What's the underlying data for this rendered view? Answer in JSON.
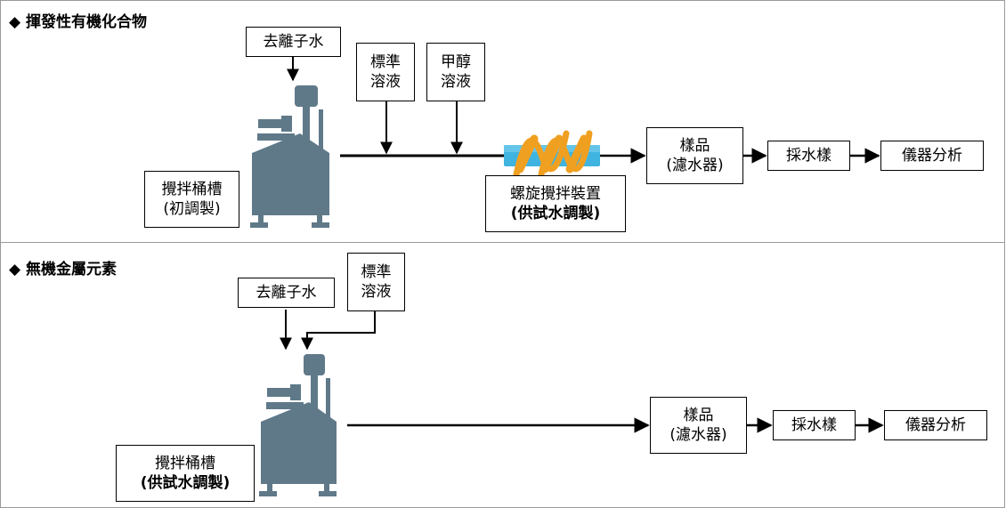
{
  "sections": [
    {
      "title": "◆ 揮發性有機化合物",
      "deionized_water": "去離子水",
      "standard_solution": [
        "標準",
        "溶液"
      ],
      "methanol_solution": [
        "甲醇",
        "溶液"
      ],
      "tank_label": [
        "攪拌桶槽",
        "(初調製)"
      ],
      "spiral_mixer_label": [
        "螺旋攪拌裝置",
        "(供試水調製)"
      ],
      "sample_box": [
        "樣品",
        "(濾水器)"
      ],
      "sampling": "採水樣",
      "analysis": "儀器分析"
    },
    {
      "title": "◆ 無機金屬元素",
      "deionized_water": "去離子水",
      "standard_solution": [
        "標準",
        "溶液"
      ],
      "tank_label": [
        "攪拌桶槽",
        "(供試水調製)"
      ],
      "sample_box": [
        "樣品",
        "(濾水器)"
      ],
      "sampling": "採水樣",
      "analysis": "儀器分析"
    }
  ],
  "colors": {
    "tank": "#5f7989",
    "spiral_tube": "#3fb4e0",
    "spiral_coil": "#f0a021",
    "line": "#000000"
  }
}
